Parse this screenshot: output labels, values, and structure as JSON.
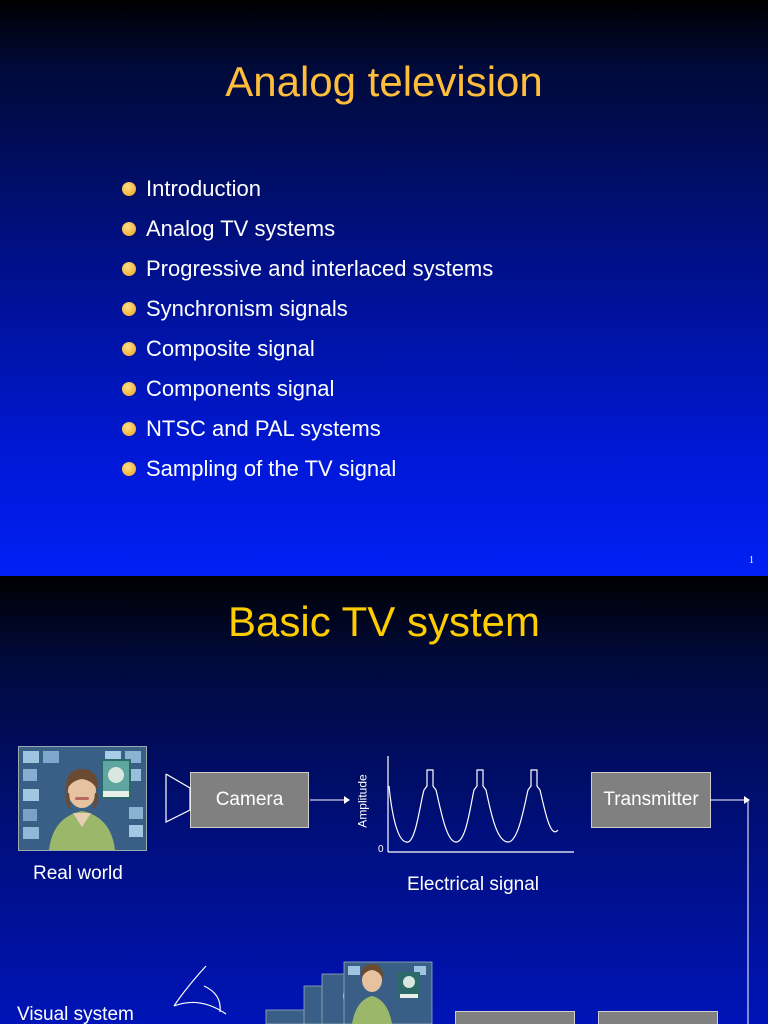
{
  "slide1": {
    "title": "Analog television",
    "bullets": [
      "Introduction",
      "Analog TV systems",
      "Progressive and interlaced systems",
      "Synchronism signals",
      "Composite signal",
      "Components signal",
      "NTSC and PAL systems",
      "Sampling of the TV signal"
    ],
    "page_number": "1"
  },
  "slide2": {
    "title": "Basic TV system",
    "camera_label": "Camera",
    "transmitter_label": "Transmitter",
    "real_world_label": "Real world",
    "electrical_signal_label": "Electrical signal",
    "amplitude_axis_label": "Amplitude",
    "zero_label": "0",
    "visual_system_label": "Visual system"
  },
  "colors": {
    "title_slide1": "#ffbe3a",
    "title_slide2": "#ffcc00",
    "bullet": "#f4b23a",
    "box_fill": "#808080",
    "text": "#ffffff"
  },
  "icons": {
    "camera": "camera-lens-icon",
    "eye": "eye-icon",
    "arrow": "arrow-right-icon"
  }
}
